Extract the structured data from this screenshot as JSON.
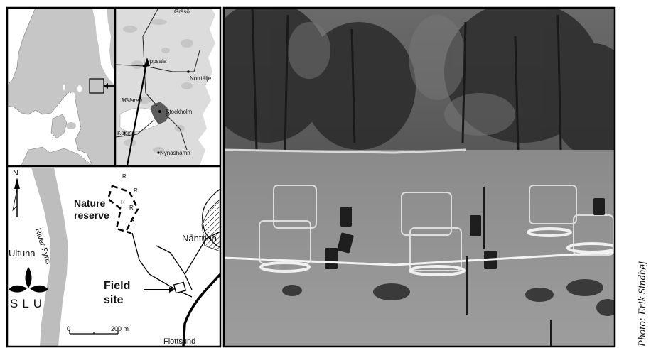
{
  "overview_map": {
    "places": {
      "graso": "Gräsö",
      "uppsala": "Uppsala",
      "norrtalje": "Norrtälje",
      "malaren": "Mälaren",
      "stockholm": "Stockholm",
      "koping": "Köping",
      "nynashamn": "Nynäshamn"
    }
  },
  "site_map": {
    "north": "N",
    "nature_reserve": [
      "Nature",
      "reserve"
    ],
    "reserve_marker": "R",
    "river": "River Fyris",
    "ultuna": "Ultuna",
    "nantuna": "Nåntuna",
    "field_site": [
      "Field",
      "site"
    ],
    "flottsund": "Flottsund",
    "scale_start": "0",
    "scale_end": "200 m",
    "logo_text": "SLU"
  },
  "photo": {
    "credit": "Photo: Erik Sindhøj"
  },
  "colors": {
    "line": "#000000",
    "water": "#ffffff",
    "land": "#c8c8c8",
    "river_gray": "#bdbdbd"
  }
}
